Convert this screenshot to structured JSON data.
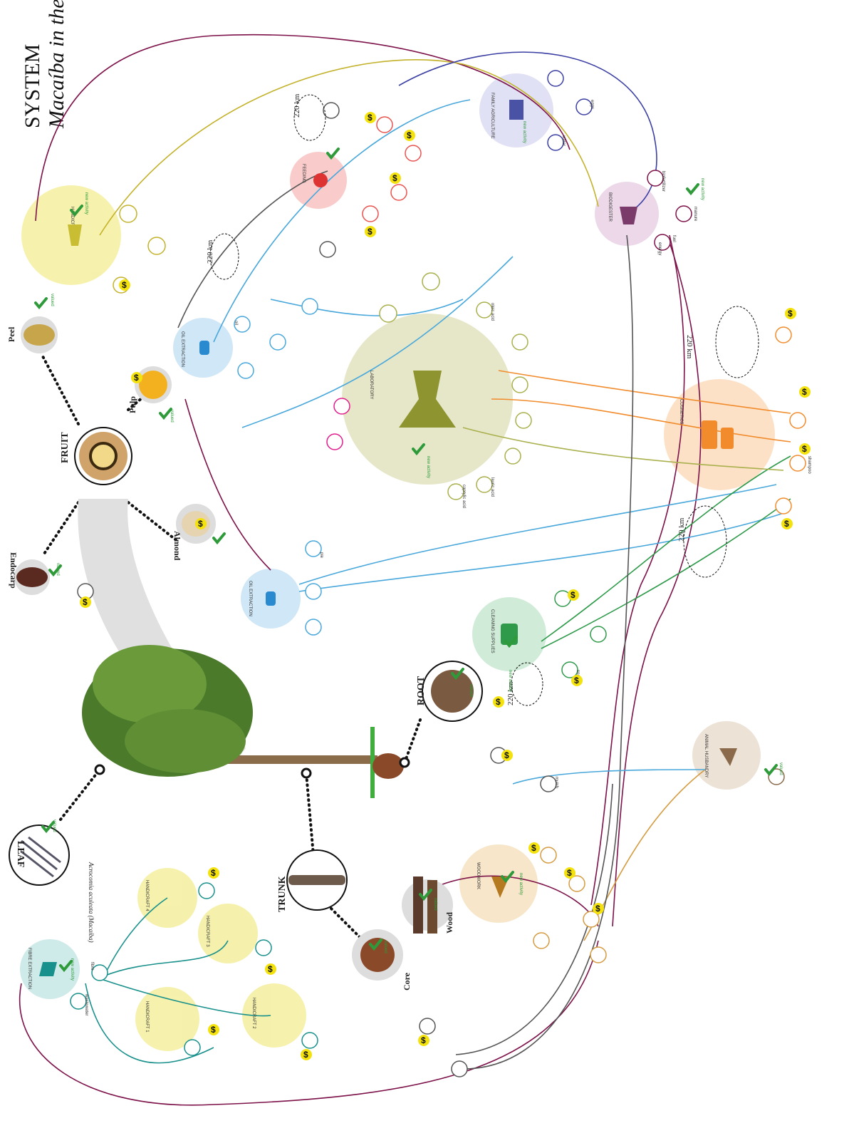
{
  "header": {
    "title_line1": "SYSTEM",
    "title_line2": "Macaíba in the te"
  },
  "tree": {
    "species": "Acrocomia aculeata (Macaíba)"
  },
  "main_parts": {
    "fruit": "FRUIT",
    "leaf": "LEAF",
    "trunk": "TRUNK",
    "root": "ROOT"
  },
  "fruit_parts": {
    "peel": "Peel",
    "pulp": "Pulp",
    "almond": "Almond",
    "endocarp": "Endocarp"
  },
  "trunk_parts": {
    "wood": "Wood",
    "core": "Core"
  },
  "hubs": {
    "handicraft": "HANDICRAFT",
    "handicraft_1": "HANDICRAFT 1",
    "handicraft_2": "HANDICRAFT 2",
    "handicraft_3": "HANDICRAFT 3",
    "handicraft_4": "HANDICRAFT 4",
    "fibre_extraction": "FIBRE EXTRACTION",
    "oil_extraction": "OIL EXTRACTION",
    "laboratory": "LABORATORY",
    "feeding": "FEEDING",
    "family_agriculture": "FAMILY AGRICULTURE",
    "biodigester": "BIODIGESTER",
    "cosmetics": "COSMETICS",
    "cleaning_supplies": "CLEANING SUPPLIES",
    "woodwork": "WOODWORK",
    "animal_husbandry": "ANIMAL HUSBANDRY"
  },
  "badges": {
    "valued": "valued",
    "new_activity": "new activity",
    "money": "$"
  },
  "distances": {
    "d1": "220 km",
    "d2": "220 km",
    "d3": "220 km",
    "d4": "220 km",
    "d5": "220 km"
  },
  "products": {
    "oil": "oil",
    "soap": "soap",
    "shampoo": "shampoo",
    "fuel": "fuel",
    "manure": "manure",
    "fibre": "fibre",
    "pie": "pie",
    "lauric_acid": "lauric acid",
    "oleic_acid": "oleic acid",
    "caprylic_acid": "caprylic acid",
    "eggs": "eggs",
    "energy": "energy",
    "water": "water",
    "wastewater": "wastewater",
    "biofertilizer": "biofertilizer",
    "mulch": "mulch"
  },
  "colors": {
    "handicraft": "#eee76a",
    "fibre": "#5fb6b4",
    "oil": "#48a7db",
    "lab": "#a9b04c",
    "feeding": "#e9534f",
    "agri": "#6a72c6",
    "bio": "#9a4e8a",
    "cosmetic": "#f5a24b",
    "cleaning": "#4cb46e",
    "wood": "#d59b40",
    "animal": "#ae8a62",
    "maroon": "#7d1149",
    "money": "#f4e20e",
    "check": "#2e9a3a"
  }
}
